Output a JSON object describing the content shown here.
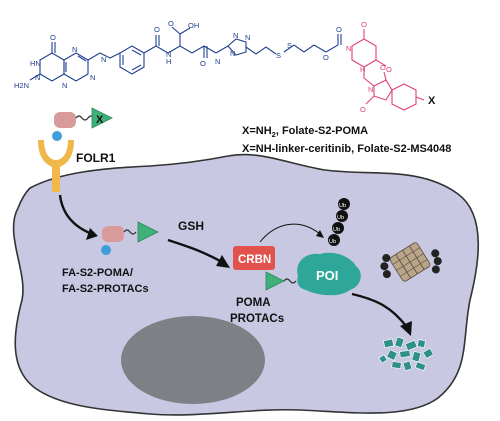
{
  "molecule": {
    "atom_labels": [
      "N",
      "N",
      "N",
      "N",
      "HN",
      "O",
      "H2N",
      "N",
      "O",
      "OH",
      "O",
      "H",
      "N",
      "N",
      "N",
      "N",
      "N",
      "S",
      "S",
      "O",
      "O",
      "O",
      "N",
      "O",
      "O",
      "O",
      "H",
      "N",
      "O"
    ],
    "x_label": "X",
    "colors": {
      "folate": "#1f3f8f",
      "linker": "#1f3f8f",
      "pomalidomide": "#e0407a"
    }
  },
  "definitions": {
    "line1_prefix": "X=NH",
    "line1_sub": "2",
    "line1_suffix": ", Folate-S2-POMA",
    "line2": "X=NH-linker-ceritinib, Folate-S2-MS4048"
  },
  "receptor": {
    "label": "FOLR1",
    "color": "#f0b84a"
  },
  "cell": {
    "fill": "#c9c8e3",
    "stroke": "#333333",
    "nucleus_fill": "#7f7f86"
  },
  "labels": {
    "conjugate_line1": "FA-S2-POMA/",
    "conjugate_line2": "FA-S2-PROTACs",
    "gsh": "GSH",
    "crbn": "CRBN",
    "poi": "POI",
    "released_line1": "POMA",
    "released_line2": "PROTACs",
    "ub": "Ub",
    "x_marker": "X"
  },
  "colors": {
    "triangle": "#3fb07a",
    "crbn_box": "#e0524b",
    "poi": "#2ea69a",
    "folate_blob": "#d99a9a",
    "folate_dot": "#3f9dd8",
    "proteasome": "#b9a58a",
    "fragments": "#2f8f8a"
  }
}
